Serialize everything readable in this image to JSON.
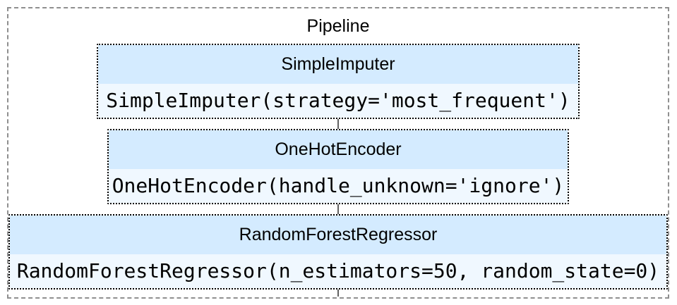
{
  "diagram": {
    "title": "Pipeline",
    "steps": [
      {
        "label": "SimpleImputer",
        "code": "SimpleImputer(strategy='most_frequent')"
      },
      {
        "label": "OneHotEncoder",
        "code": "OneHotEncoder(handle_unknown='ignore')"
      },
      {
        "label": "RandomForestRegressor",
        "code": "RandomForestRegressor(n_estimators=50, random_state=0)"
      }
    ],
    "colors": {
      "label_bg": "#d4ebff",
      "code_bg": "#f0f8ff",
      "outer_border": "#8f8f8f",
      "inner_border": "#000000",
      "connector": "#616161"
    }
  }
}
